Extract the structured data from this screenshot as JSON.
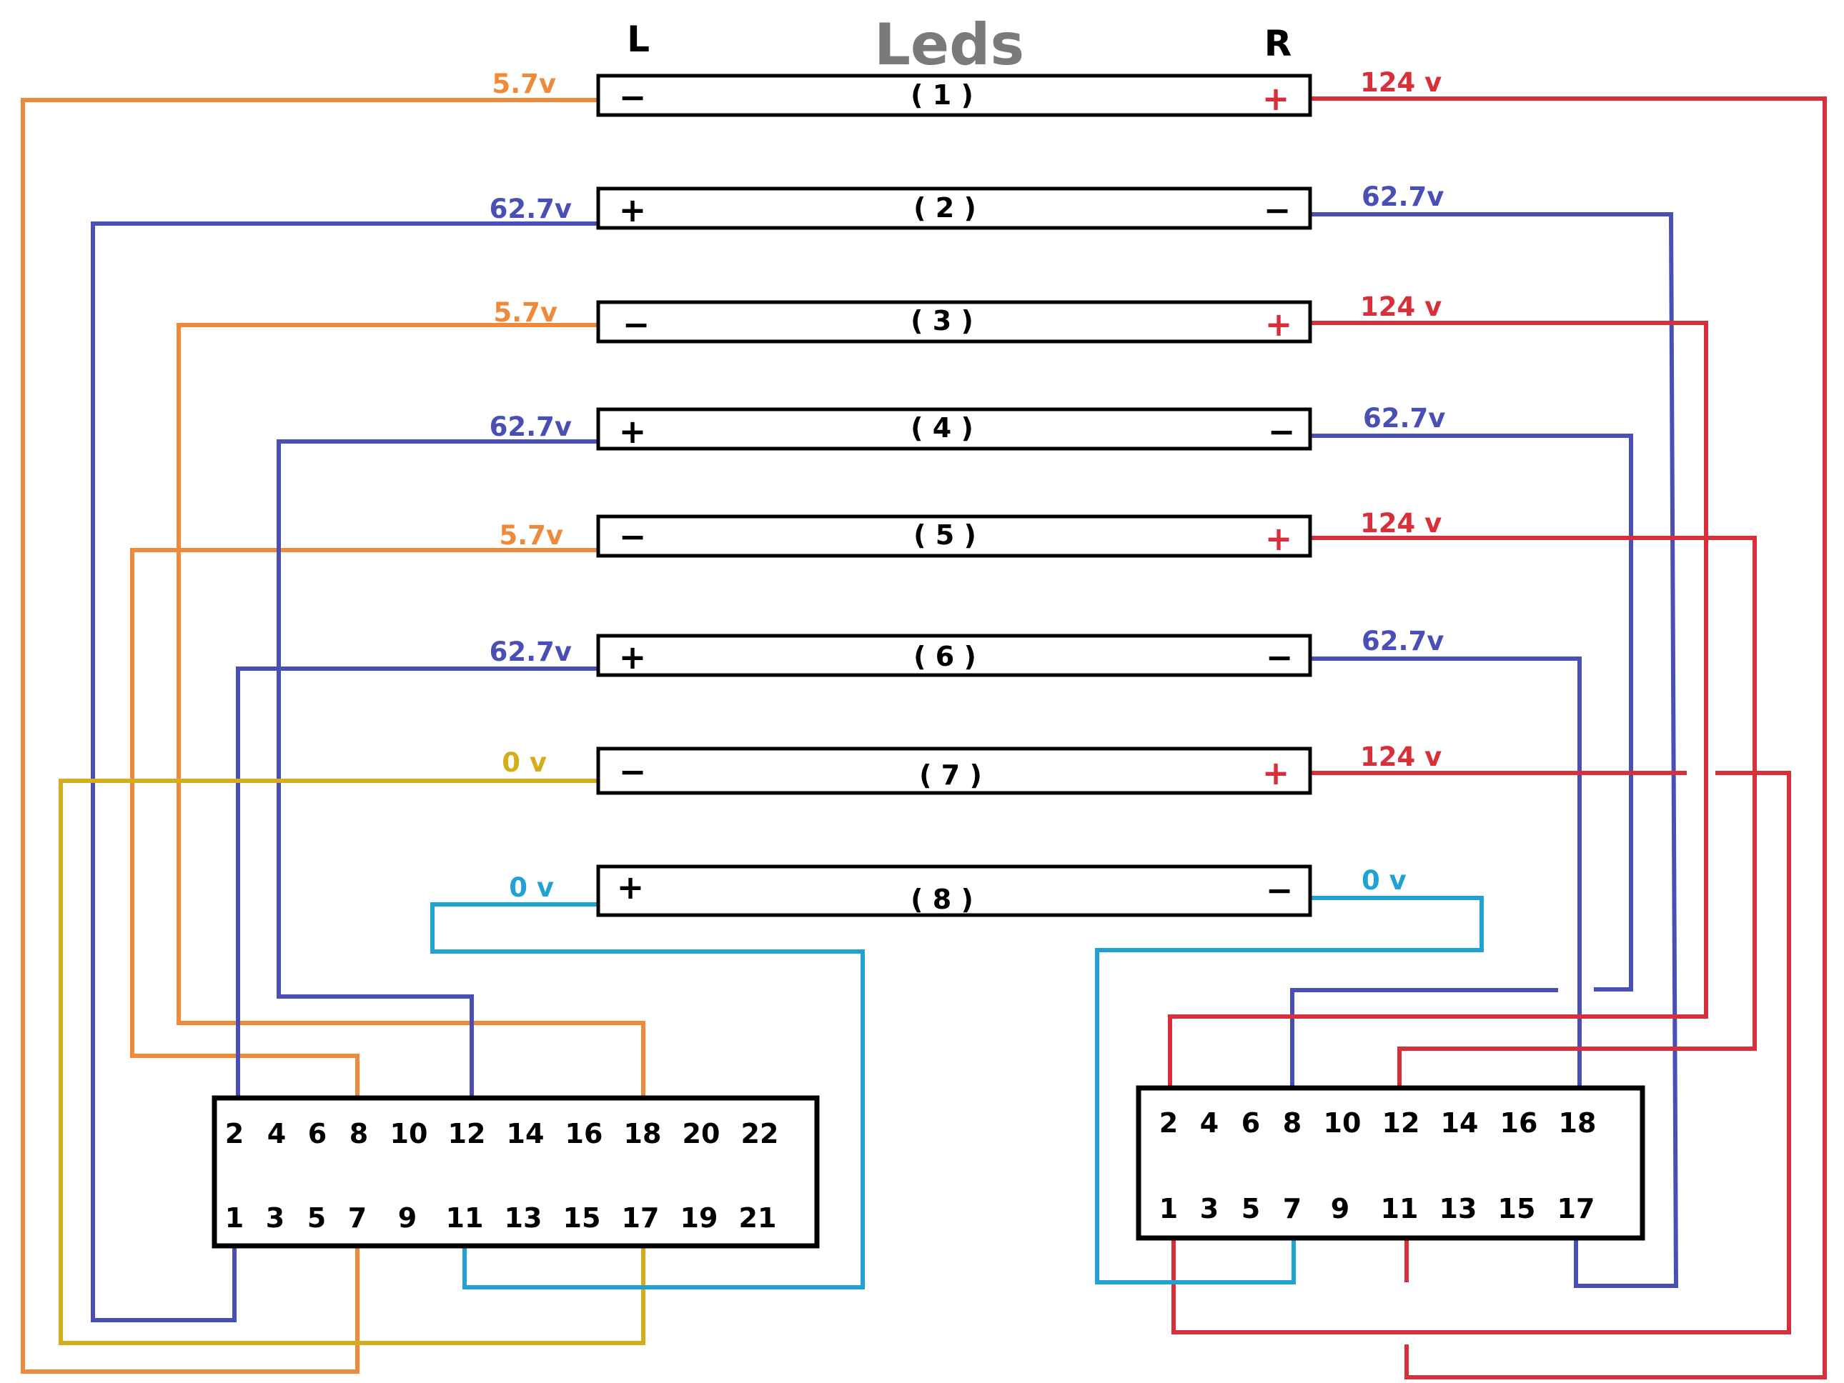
{
  "title": "Leds",
  "side_left": "L",
  "side_right": "R",
  "colors": {
    "orange": "#ee8a3a",
    "blue": "#4a4fb5",
    "red": "#d8303a",
    "yellow": "#d4ac1c",
    "cyan": "#22a2d2",
    "title_gray": "#7a7a7a"
  },
  "leds": [
    {
      "label": "( 1 )",
      "left_sign": "−",
      "right_sign": "+",
      "left_voltage": "5.7v",
      "right_voltage": "124 v",
      "left_color": "orange",
      "right_color": "red"
    },
    {
      "label": "( 2 )",
      "left_sign": "+",
      "right_sign": "−",
      "left_voltage": "62.7v",
      "right_voltage": "62.7v",
      "left_color": "blue",
      "right_color": "blue"
    },
    {
      "label": "( 3 )",
      "left_sign": "−",
      "right_sign": "+",
      "left_voltage": "5.7v",
      "right_voltage": "124 v",
      "left_color": "orange",
      "right_color": "red"
    },
    {
      "label": "( 4 )",
      "left_sign": "+",
      "right_sign": "−",
      "left_voltage": "62.7v",
      "right_voltage": "62.7v",
      "left_color": "blue",
      "right_color": "blue"
    },
    {
      "label": "( 5 )",
      "left_sign": "−",
      "right_sign": "+",
      "left_voltage": "5.7v",
      "right_voltage": "124 v",
      "left_color": "orange",
      "right_color": "red"
    },
    {
      "label": "( 6 )",
      "left_sign": "+",
      "right_sign": "−",
      "left_voltage": "62.7v",
      "right_voltage": "62.7v",
      "left_color": "blue",
      "right_color": "blue"
    },
    {
      "label": "( 7 )",
      "left_sign": "−",
      "right_sign": "+",
      "left_voltage": "0 v",
      "right_voltage": "124 v",
      "left_color": "yellow",
      "right_color": "red"
    },
    {
      "label": "( 8 )",
      "left_sign": "+",
      "right_sign": "−",
      "left_voltage": "0 v",
      "right_voltage": "0 v",
      "left_color": "cyan",
      "right_color": "cyan"
    }
  ],
  "connector_left": {
    "top_pins": [
      "2",
      "4",
      "6",
      "8",
      "10",
      "12",
      "14",
      "16",
      "18",
      "20",
      "22"
    ],
    "bottom_pins": [
      "1",
      "3",
      "5",
      "7",
      "9",
      "11",
      "13",
      "15",
      "17",
      "19",
      "21"
    ]
  },
  "connector_right": {
    "top_pins": [
      "2",
      "4",
      "6",
      "8",
      "10",
      "12",
      "14",
      "16",
      "18"
    ],
    "bottom_pins": [
      "1",
      "3",
      "5",
      "7",
      "9",
      "11",
      "13",
      "15",
      "17"
    ]
  }
}
